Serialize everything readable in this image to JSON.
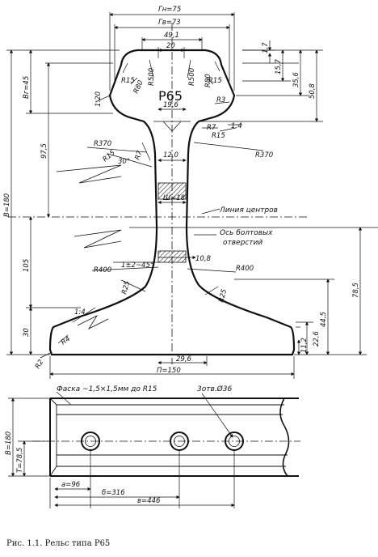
{
  "caption": "Рис. 1.1. Рельс типа Р65",
  "rail_type": "Р65",
  "section": {
    "dimensions": {
      "head_top_width": "Гн=75",
      "head_width": "Гв=73",
      "width_49": "49,1",
      "width_20": "20",
      "width_19": "19,6",
      "web_12": "12,0",
      "web_18": "Ш=18",
      "web_10": "10,8",
      "base_29": "29,6",
      "base_width": "П=150",
      "height_total": "В=180",
      "head_height": "Вг=45",
      "h_97": "97,5",
      "h_105": "105",
      "h_30": "30",
      "h_1_7": "1,7",
      "h_15_7": "15,7",
      "h_35_6": "35,6",
      "h_50_8": "50,8",
      "h_78_5": "78,5",
      "h_44_5": "44,5",
      "h_22_6": "22,6",
      "h_11_2": "11,2",
      "slope_head": "1:20",
      "slope_neck": "1:4",
      "slope_base": "1:4",
      "chamfer": "1±2~45°"
    },
    "radii": {
      "r15_left": "R15",
      "r80_left": "R80",
      "r500_left": "R500",
      "r500_right": "R500",
      "r80_right": "R80",
      "r15_right": "R15",
      "r3": "R3",
      "r7_right": "R7",
      "r15_neck": "R15",
      "r370_left": "R370",
      "r370_right": "R370",
      "r15_web": "R15",
      "r7_web": "R7",
      "angle_30": "30°",
      "r400_left": "R400",
      "r400_right": "R400",
      "r25_left": "R25",
      "r25_right": "R25",
      "r4": "R4",
      "r2": "R2"
    },
    "labels": {
      "center_line": "Линия центров",
      "bolt_axis_1": "Ось болтовых",
      "bolt_axis_2": "отверстий"
    }
  },
  "side_view": {
    "chamfer_note": "Фаска ~1,5×1,5мм до R15",
    "holes_note": "3отв.Ø36",
    "height": "В=180",
    "T": "Т=78,5",
    "a": "а=96",
    "b": "б=316",
    "v": "в=446"
  },
  "colors": {
    "ink": "#111111",
    "paper": "#ffffff"
  }
}
